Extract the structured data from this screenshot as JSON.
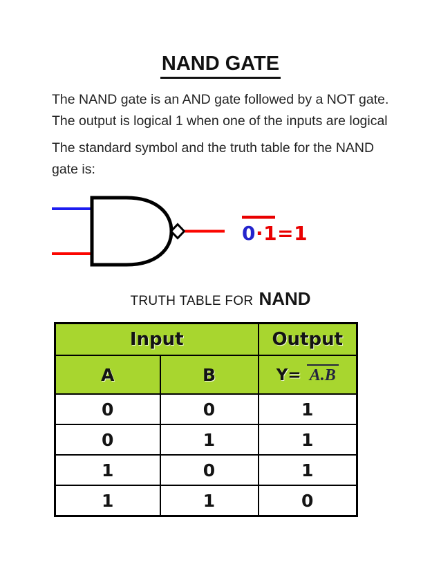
{
  "title": "NAND GATE",
  "paragraphs": {
    "intro_line1": "The NAND gate is an AND gate followed by a NOT gate.",
    "intro_line2": "The output is logical 1 when one of the inputs are logical",
    "symbol_line1": "The standard symbol and the truth table for the NAND",
    "symbol_line2": "gate is:"
  },
  "diagram": {
    "expression_blue": "0",
    "expression_red": "·1=1",
    "colors": {
      "input_top": "#1d1df0",
      "input_bottom": "#fb0600",
      "output": "#fb0600",
      "gate_stroke": "#000000",
      "expr_blue": "#2424cc",
      "expr_red": "#e90000",
      "overline": "#e90000"
    }
  },
  "table_heading": {
    "prefix": "TRUTH TABLE FOR",
    "emphasis": "NAND"
  },
  "truth_table": {
    "group_headers": {
      "input": "Input",
      "output": "Output"
    },
    "column_headers": {
      "a": "A",
      "b": "B",
      "y_prefix": "Y=",
      "y_expression": "A.B"
    },
    "rows": [
      [
        "0",
        "0",
        "1"
      ],
      [
        "0",
        "1",
        "1"
      ],
      [
        "1",
        "0",
        "1"
      ],
      [
        "1",
        "1",
        "0"
      ]
    ],
    "style": {
      "header_bg": "#a8d62f",
      "border": "#000000"
    }
  }
}
